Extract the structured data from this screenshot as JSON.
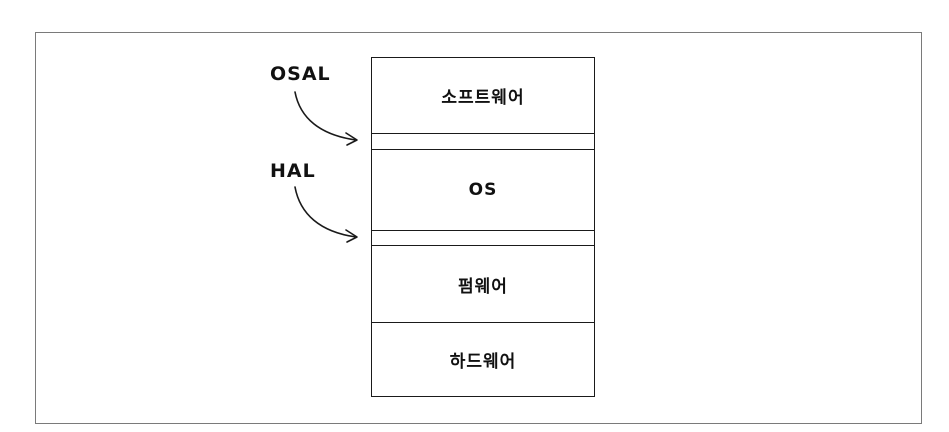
{
  "layers": {
    "software": "소프트웨어",
    "os": "OS",
    "firmware": "펌웨어",
    "hardware": "하드웨어"
  },
  "abstraction_layers": {
    "osal": "OSAL",
    "hal": "HAL"
  }
}
